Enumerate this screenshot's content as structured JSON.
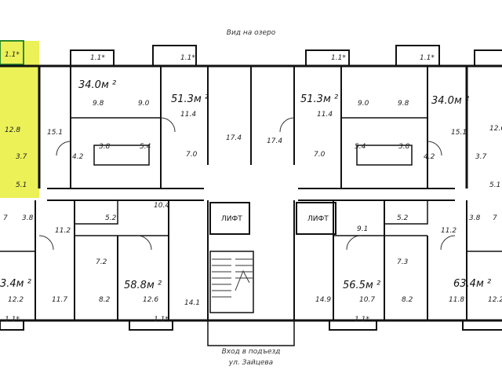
{
  "labels": {
    "view_lake": "Вид на озеро",
    "entrance_line1": "Вход в подъезд",
    "entrance_line2": "ул. Зайцева",
    "lift": "ЛИФТ"
  },
  "apartments": {
    "a1": "34.0м ²",
    "a2": "51.3м ²",
    "a3": "51.3м ²",
    "a4": "34.0м ²",
    "a5": "58.8м ²",
    "a6": "56.5м ²",
    "a7": "63.4м ²",
    "a8": "3.4м ²"
  },
  "rooms": {
    "balc1": "1.1*",
    "balc2": "1.1*",
    "balc3": "1.1*",
    "balc4": "1.1*",
    "balc5": "1.1*",
    "balc6": "1.1*",
    "balc7": "1.1*",
    "balc8": "1.1*",
    "r12_8": "12.8",
    "r3_7a": "3.7",
    "r5_1a": "5.1",
    "r7": "7",
    "r3_8a": "3.8",
    "r15_1a": "15.1",
    "r9_8a": "9.8",
    "r9_0a": "9.0",
    "r11_4a": "11.4",
    "r17_4a": "17.4",
    "r17_4b": "17.4",
    "r11_4b": "11.4",
    "r9_0b": "9.0",
    "r9_8b": "9.8",
    "r15_1b": "15.1",
    "r12_6": "12.6",
    "r3_7b": "3.7",
    "r5_1b": "5.1",
    "r4_2a": "4.2",
    "r3_8b": "3.8",
    "r5_4a": "5.4",
    "r7_0a": "7.0",
    "r7_0b": "7.0",
    "r5_4b": "5.4",
    "r3_8c": "3.8",
    "r4_2b": "4.2",
    "r11_2a": "11.2",
    "r5_2a": "5.2",
    "r10_4": "10.4",
    "r9_1": "9.1",
    "r5_2b": "5.2",
    "r11_2b": "11.2",
    "r3_8d": "3.8",
    "r7_b": "7",
    "r7_2": "7.2",
    "r7_3": "7.3",
    "r12_2a": "12.2",
    "r11_7": "11.7",
    "r8_2a": "8.2",
    "r12_6b": "12.6",
    "r14_1": "14.1",
    "r14_9": "14.9",
    "r10_7": "10.7",
    "r8_2b": "8.2",
    "r11_8": "11.8",
    "r12_2b": "12.2"
  }
}
